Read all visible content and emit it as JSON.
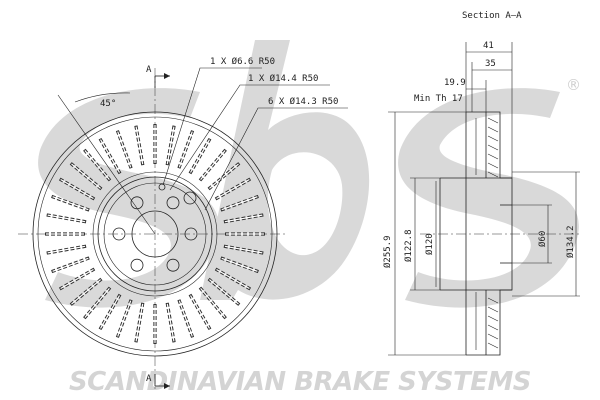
{
  "section_title": "Section A–A",
  "section_marker": "A",
  "angle_label": "45°",
  "callouts": {
    "hole_small": "1 X Ø6.6 R50",
    "hole_mid": "1 X Ø14.4 R50",
    "holes_bolt": "6 X Ø14.3 R50"
  },
  "dims": {
    "overall_width": "41",
    "hat_width": "35",
    "disc_thickness": "19.9",
    "min_thickness": "Min Th 17",
    "outer_diameter": "Ø255.9",
    "diameter_122": "Ø122.8",
    "diameter_120": "Ø120",
    "center_bore": "Ø60",
    "hat_diameter": "Ø134.2"
  },
  "watermark": {
    "brand_text": "SCANDINAVIAN BRAKE SYSTEMS",
    "logo_text": "sbs",
    "registered": "®"
  },
  "colors": {
    "line": "#222222",
    "watermark": "#d4d4d4"
  }
}
